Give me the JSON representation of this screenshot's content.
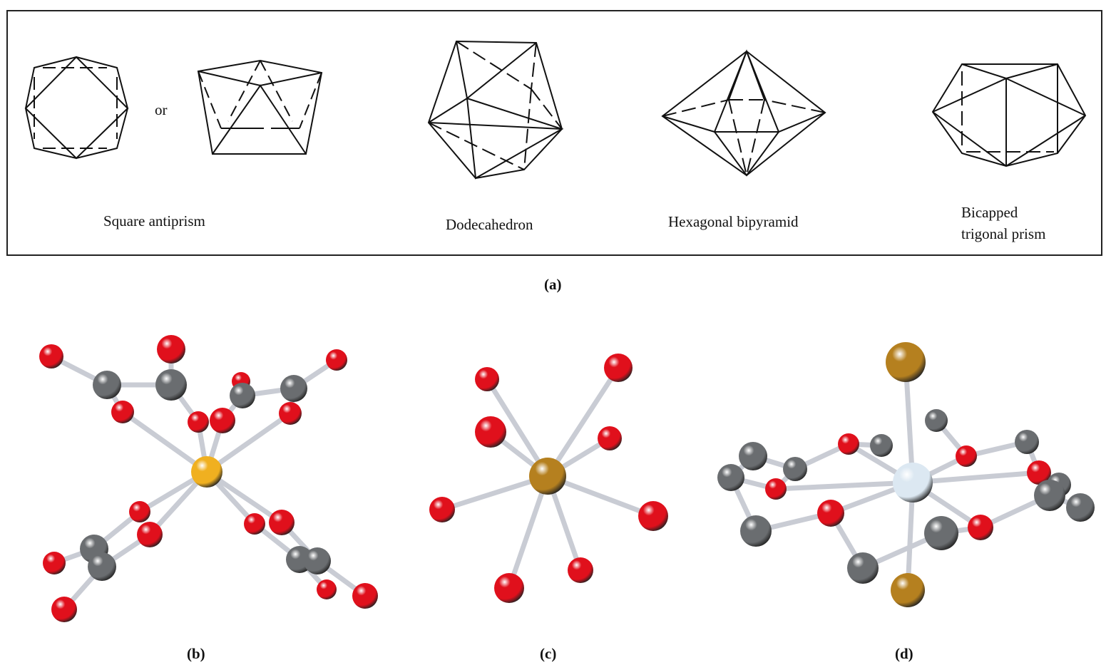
{
  "panel_a": {
    "caption": "(a)",
    "or_label": "or",
    "labels": {
      "square_antiprism": "Square antiprism",
      "dodecahedron": "Dodecahedron",
      "hexagonal_bipyramid": "Hexagonal bipyramid",
      "bicapped_line1": "Bicapped",
      "bicapped_line2": "trigonal prism"
    }
  },
  "panel_b": {
    "caption": "(b)"
  },
  "panel_c": {
    "caption": "(c)"
  },
  "panel_d": {
    "caption": "(d)"
  },
  "colors": {
    "oxygen": "#e0101c",
    "carbon": "#6a6d70",
    "metal_b": "#f0b020",
    "metal_c": "#b5801f",
    "metal_d": "#dce8f2",
    "bromine": "#b5801f",
    "bond": "#c9ccd4"
  }
}
